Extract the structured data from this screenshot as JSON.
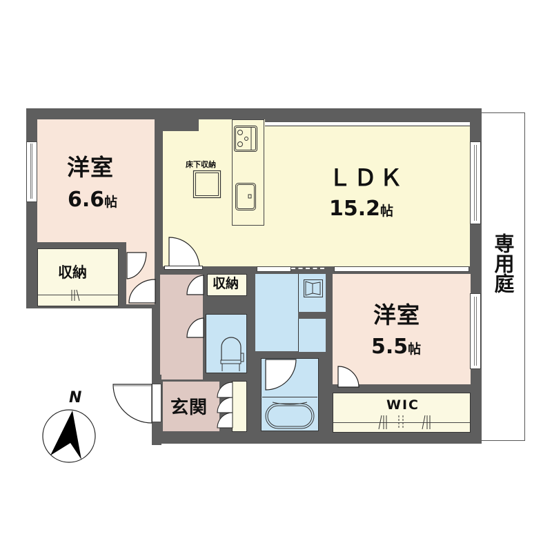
{
  "floorplan": {
    "rooms": {
      "western_room_1": {
        "name": "洋室",
        "size": "6.6",
        "unit": "帖"
      },
      "storage_1": {
        "name": "収納"
      },
      "ldk": {
        "name": "ＬＤＫ",
        "size": "15.2",
        "unit": "帖"
      },
      "underfloor_storage": {
        "name": "床下収納"
      },
      "storage_2": {
        "name": "収納"
      },
      "western_room_2": {
        "name": "洋室",
        "size": "5.5",
        "unit": "帖"
      },
      "wic": {
        "name": "WIC"
      },
      "entrance": {
        "name": "玄関"
      },
      "private_garden": {
        "name": "専用庭"
      }
    },
    "compass": {
      "label": "N"
    },
    "colors": {
      "wall": "#5e5e5e",
      "western_room": "#f9e6da",
      "ldk": "#fbf8d6",
      "storage": "#fbf9e2",
      "wet_area": "#c8e4f4",
      "hall": "#dfc9c3"
    }
  }
}
